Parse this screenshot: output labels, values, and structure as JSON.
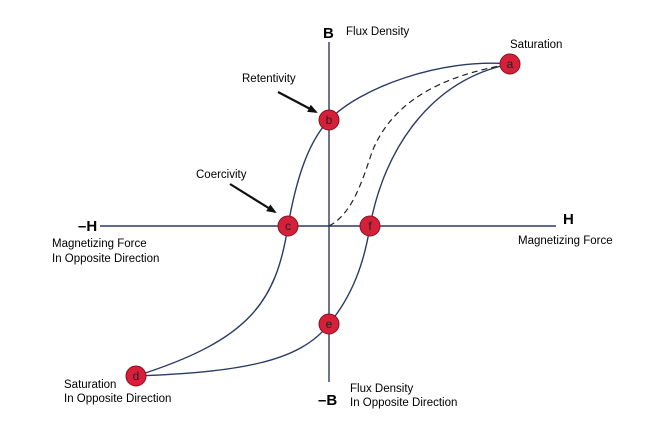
{
  "axes": {
    "y_pos_letter": "B",
    "y_pos_label": "Flux Density",
    "y_neg_letter": "–B",
    "y_neg_label_line1": "Flux Density",
    "y_neg_label_line2": "In Opposite Direction",
    "x_pos_letter": "H",
    "x_pos_label": "Magnetizing Force",
    "x_neg_letter": "–H",
    "x_neg_label_line1": "Magnetizing Force",
    "x_neg_label_line2": "In Opposite Direction"
  },
  "annotations": {
    "saturation": "Saturation",
    "saturation_opposite_line1": "Saturation",
    "saturation_opposite_line2": "In Opposite Direction",
    "retentivity": "Retentivity",
    "coercivity": "Coercivity"
  },
  "points": {
    "a": "a",
    "b": "b",
    "c": "c",
    "d": "d",
    "e": "e",
    "f": "f"
  },
  "colors": {
    "curve": "#2b3a67",
    "point_fill": "#d6203a",
    "point_stroke": "#8a1020",
    "text": "#000000"
  }
}
